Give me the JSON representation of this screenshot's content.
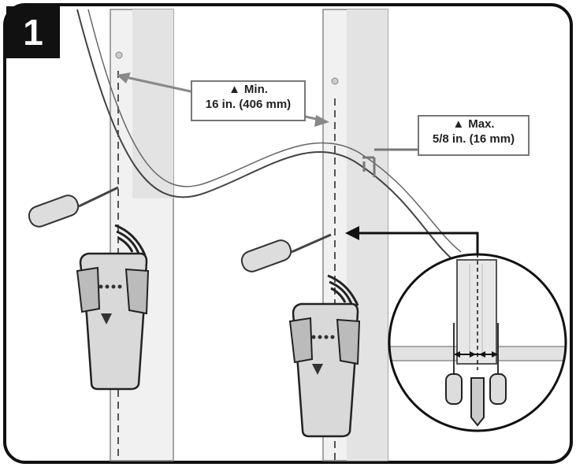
{
  "step_number": "1",
  "callout_min": {
    "label": "Min.",
    "value": "16 in. (406 mm)"
  },
  "callout_max": {
    "label": "Max.",
    "value": "5/8 in. (16 mm)"
  },
  "warning_glyph": "▲"
}
